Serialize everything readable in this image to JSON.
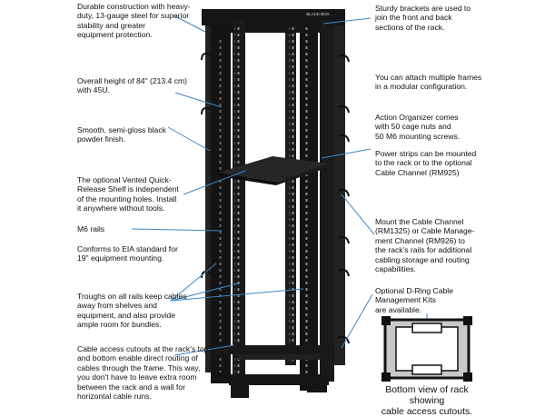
{
  "callouts_left": [
    {
      "id": "construction",
      "text": "Durable construction with heavy-\nduty, 13-gauge steel for superior\nstability and greater\nequipment  protection."
    },
    {
      "id": "height",
      "text": "Overall height of 84\" (213.4 cm)\nwith 45U."
    },
    {
      "id": "finish",
      "text": "Smooth, semi-gloss black\npowder finish."
    },
    {
      "id": "shelf",
      "text": "The optional Vented Quick-\nRelease Shelf is independent\nof the mounting holes. Install\nit anywhere without tools."
    },
    {
      "id": "rails",
      "text": "M6 rails"
    },
    {
      "id": "eia",
      "text": "Conforms to EIA standard for\n19\" equipment mounting."
    },
    {
      "id": "troughs",
      "text": "Troughs on all rails keep cables\naway from shelves and\nequipment, and also provide\nample room for bundles."
    },
    {
      "id": "cutouts",
      "text": "Cable access cutouts at the rack's top\nand bottom enable direct routing of\ncables through the frame. This way,\nyou don't have to leave extra room\nbetween the rack and a wall for\nhorizontal cable runs."
    }
  ],
  "callouts_right": [
    {
      "id": "brackets",
      "text": "Sturdy brackets are used to\njoin the front and back\nsections of the rack."
    },
    {
      "id": "frames",
      "text": "You can attach multiple frames\nin a modular configuration."
    },
    {
      "id": "organizer",
      "text": "Action Organizer comes\nwith 50 cage nuts and\n50 M6 mounting screws."
    },
    {
      "id": "power",
      "text": "Power strips can be mounted\nto the rack or to the optional\nCable Channel (RM925)"
    },
    {
      "id": "channel",
      "text": "Mount the Cable Channel\n(RM1325) or Cable Manage-\nment Channel (RM926) to\nthe rack's rails for additional\ncabling storage and routing\ncapabilities."
    },
    {
      "id": "dring",
      "text": "Optional D-Ring Cable\nManagement Kits\nare  available."
    }
  ],
  "bottom_view_caption": "Bottom view of rack showing\ncable access cutouts.",
  "brand_label": "BLACK BOX",
  "colors": {
    "rack": "#151515",
    "leader": "#3a86c8",
    "text": "#111111"
  }
}
